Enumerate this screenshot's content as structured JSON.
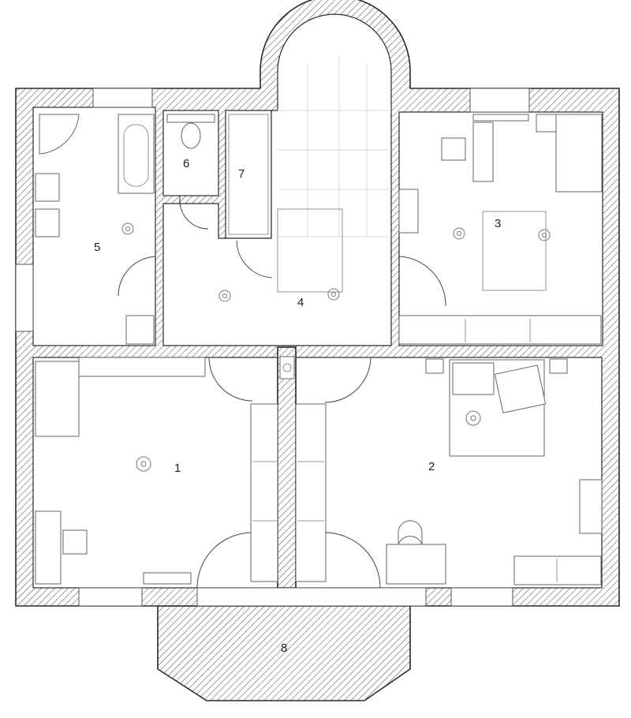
{
  "plan": {
    "rooms": [
      {
        "id": "room-1",
        "label": "1"
      },
      {
        "id": "room-2",
        "label": "2"
      },
      {
        "id": "room-3",
        "label": "3"
      },
      {
        "id": "room-4",
        "label": "4"
      },
      {
        "id": "room-5",
        "label": "5"
      },
      {
        "id": "room-6",
        "label": "6"
      },
      {
        "id": "room-7",
        "label": "7"
      },
      {
        "id": "room-8",
        "label": "8"
      }
    ]
  }
}
